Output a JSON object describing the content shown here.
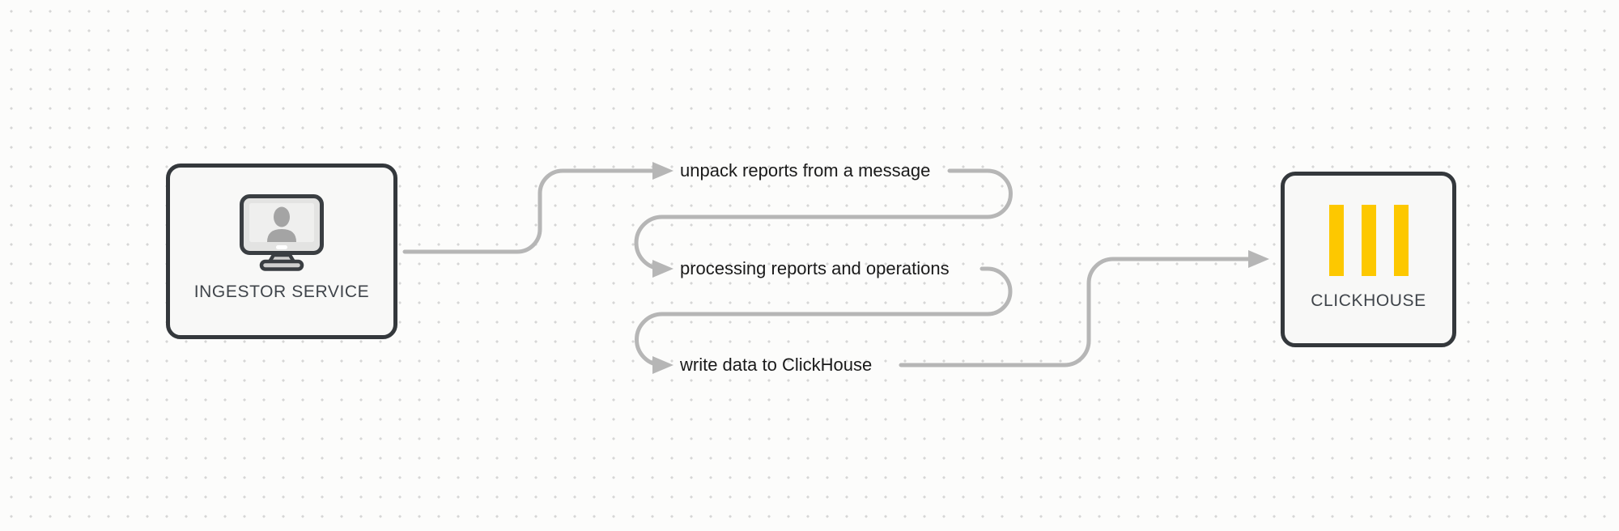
{
  "diagram": {
    "nodes": {
      "ingestor": {
        "label": "INGESTOR SERVICE",
        "icon": "monitor-user-icon"
      },
      "clickhouse": {
        "label": "CLICKHOUSE",
        "icon": "clickhouse-logo-icon"
      }
    },
    "steps": [
      {
        "label": "unpack reports from a message"
      },
      {
        "label": "processing reports and operations"
      },
      {
        "label": "write data to ClickHouse"
      }
    ],
    "colors": {
      "background": "#fcfcfb",
      "grid_dot": "#d6d6d6",
      "connector": "#b6b6b6",
      "node_border": "#34383c",
      "node_fill": "#f8f8f7",
      "step_text": "#1a1a1a",
      "node_text": "#3f444a",
      "clickhouse_yellow": "#fdc800",
      "icon_gray": "#a4a4a4"
    }
  }
}
